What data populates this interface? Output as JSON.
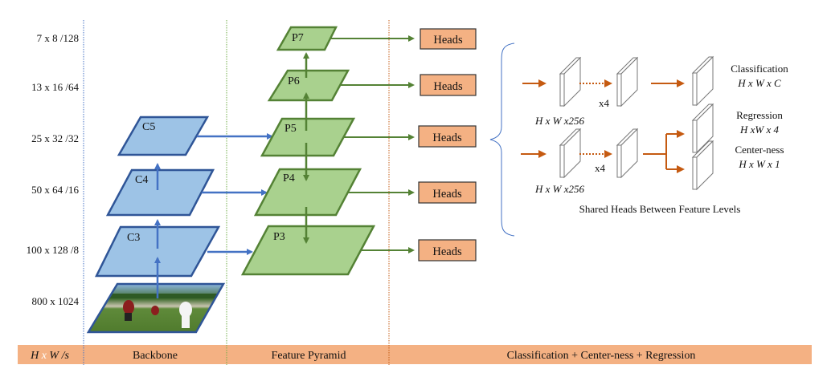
{
  "colors": {
    "backbone_fill": "#9dc3e6",
    "backbone_stroke": "#2f5597",
    "blue_arrow": "#4472c4",
    "pyramid_fill": "#a9d18e",
    "pyramid_stroke": "#548235",
    "heads_fill": "#f4b183",
    "heads_stroke": "#333333",
    "orange_arrow": "#c55a11",
    "band_fill": "#f4b183",
    "sep_backbone": "#4472c4",
    "sep_pyramid": "#70ad47",
    "sep_heads": "#c55a11"
  },
  "scale_labels": [
    "7 x 8 /128",
    "13 x 16 /64",
    "25 x 32 /32",
    "50 x 64 /16",
    "100 x 128 /8",
    "800 x 1024"
  ],
  "backbone": {
    "levels": [
      {
        "label": "C5"
      },
      {
        "label": "C4"
      },
      {
        "label": "C3"
      }
    ],
    "input_image": "soccer-players-photo"
  },
  "pyramid": {
    "levels": [
      {
        "label": "P7"
      },
      {
        "label": "P6"
      },
      {
        "label": "P5"
      },
      {
        "label": "P4"
      },
      {
        "label": "P3"
      }
    ]
  },
  "heads": {
    "label": "Heads",
    "count": 5
  },
  "shared_heads": {
    "branch_top_feature": "H x W x256",
    "branch_bottom_feature": "H x W x256",
    "repeat_top": "x4",
    "repeat_bottom": "x4",
    "outputs": [
      {
        "name": "Classification",
        "shape": "H x W x C"
      },
      {
        "name": "Regression",
        "shape": "H xW x 4"
      },
      {
        "name": "Center-ness",
        "shape": "H x W x 1"
      }
    ],
    "caption": "Shared Heads Between Feature Levels"
  },
  "bottom_band": {
    "col1": {
      "h": "H",
      "x": "x",
      "w": "W /s"
    },
    "backbone": "Backbone",
    "pyramid": "Feature Pyramid",
    "heads": "Classification + Center-ness + Regression"
  }
}
